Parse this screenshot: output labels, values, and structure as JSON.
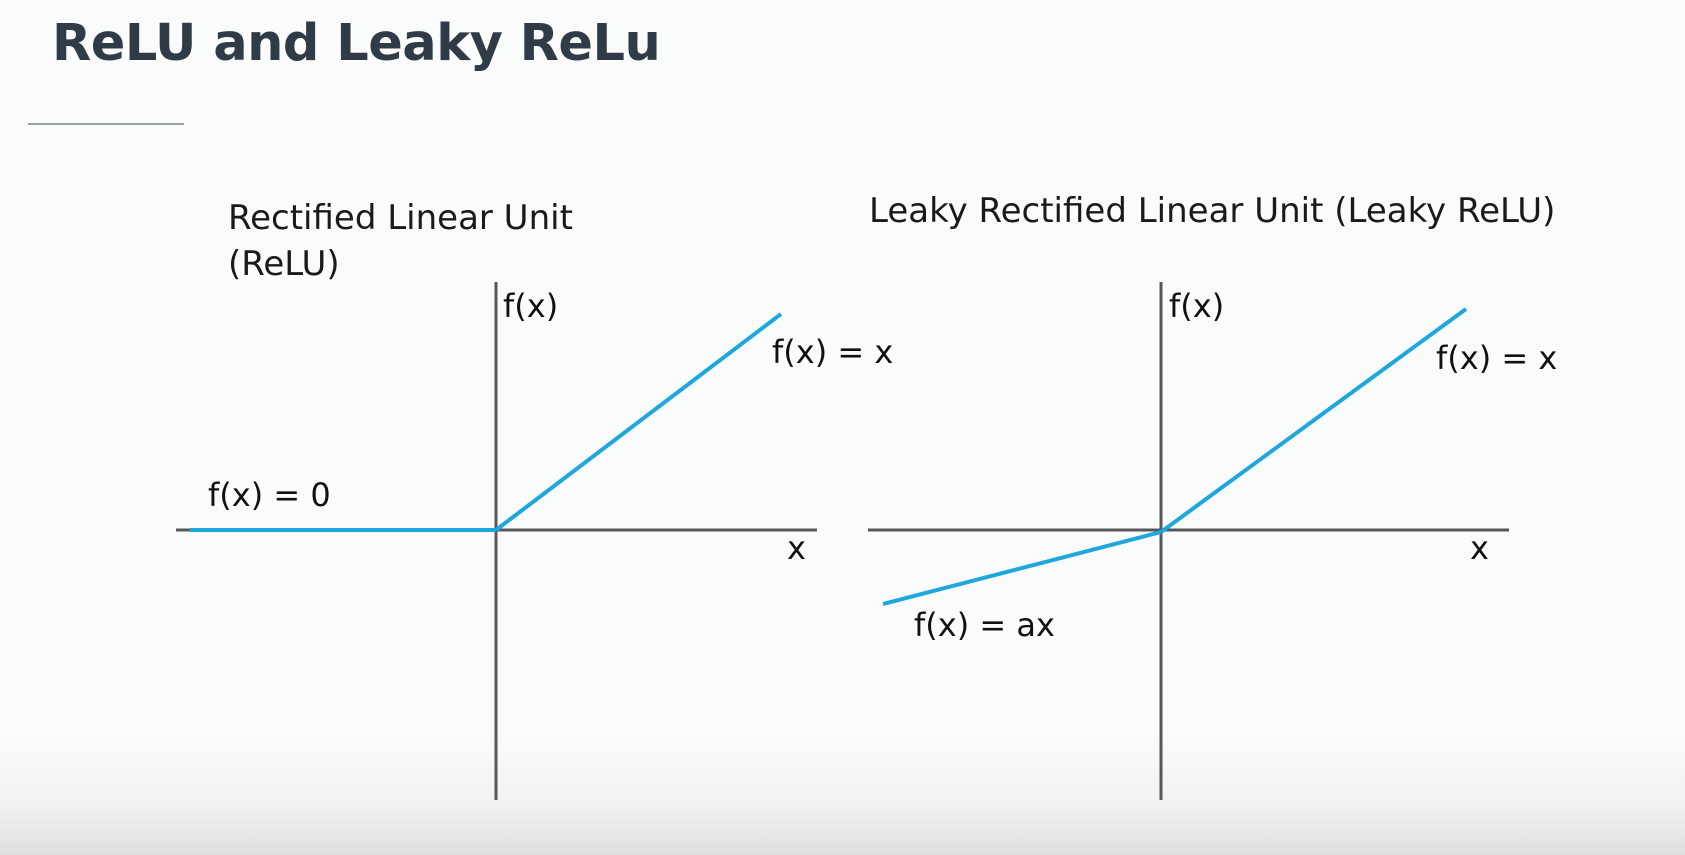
{
  "slide": {
    "title": "ReLU and Leaky ReLu"
  },
  "panels": {
    "relu": {
      "title_line1": "Rectified Linear Unit",
      "title_line2": "(ReLU)",
      "y_axis_label": "f(x)",
      "x_axis_label": "x",
      "positive_label": "f(x) = x",
      "negative_label": "f(x) = 0"
    },
    "leaky": {
      "title": "Leaky Rectified Linear Unit (Leaky ReLU)",
      "y_axis_label": "f(x)",
      "x_axis_label": "x",
      "positive_label": "f(x) = x",
      "negative_label": "f(x) = ax"
    }
  },
  "colors": {
    "title": "#2f3c48",
    "axis": "#55595c",
    "curve": "#1ea7dd",
    "rule": "#9aa0a5"
  }
}
